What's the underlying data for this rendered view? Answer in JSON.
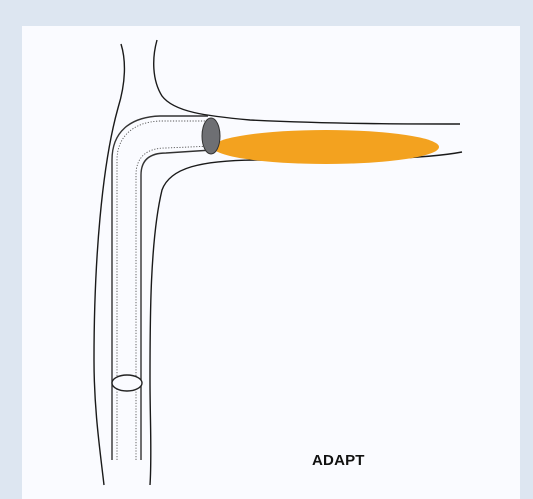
{
  "figure": {
    "label": "ADAPT"
  },
  "colors": {
    "background": "#dde6f1",
    "panel": "#fafbff",
    "vessel_outline": "#1a1a1a",
    "catheter_outline": "#333333",
    "thrombus": "#f3a21f",
    "catheter_tip": "#6e6f73"
  },
  "elements": {
    "vessel": "parent-artery-with-branch",
    "catheter": "aspiration-catheter",
    "occlusion": "thrombus-clot",
    "tip": "catheter-tip-marker",
    "sheath": "guide-sheath-ring"
  }
}
